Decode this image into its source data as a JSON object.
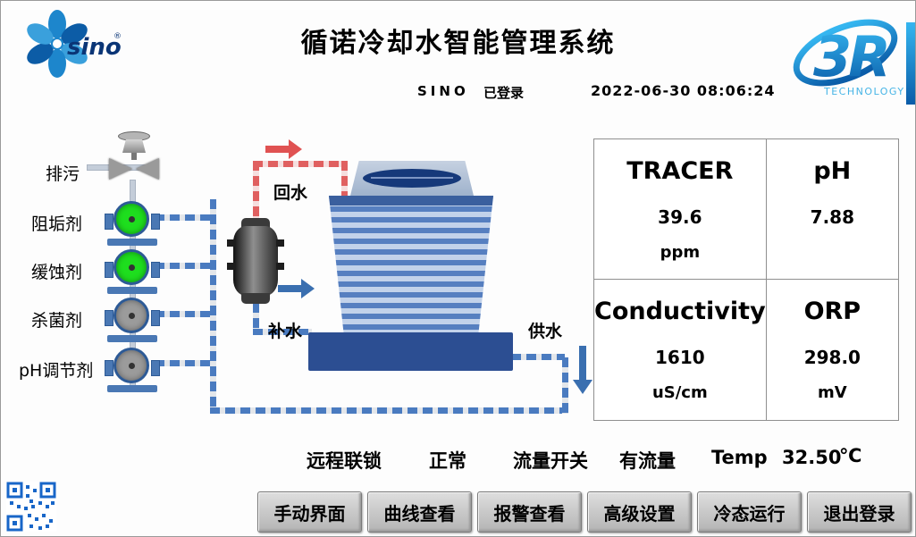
{
  "header": {
    "title": "循诺冷却水智能管理系统",
    "user": "SINO",
    "login_status": "已登录",
    "datetime": "2022-06-30 08:06:24",
    "logo_sino": {
      "text": "sino",
      "registered": "®"
    },
    "logo_3r": {
      "text": "3R",
      "subtext": "TECHNOLOGY"
    }
  },
  "diagram": {
    "left_labels": [
      {
        "label": "排污"
      },
      {
        "label": "阻垢剂"
      },
      {
        "label": "缓蚀剂"
      },
      {
        "label": "杀菌剂"
      },
      {
        "label": "pH调节剂"
      }
    ],
    "pumps": [
      {
        "name": "scale-inhibitor-pump",
        "color": "#1ede1e"
      },
      {
        "name": "corrosion-inhibitor-pump",
        "color": "#1ede1e"
      },
      {
        "name": "biocide-pump",
        "color": "#9b9b9b"
      },
      {
        "name": "ph-regulator-pump",
        "color": "#9b9b9b"
      }
    ],
    "flow_labels": {
      "return": "回水",
      "makeup": "补水",
      "supply": "供水"
    },
    "pipe_colors": {
      "chemical": "#4a7bc0",
      "return": "#e06060",
      "feed": "#c4cdd9"
    }
  },
  "readings": [
    {
      "name": "TRACER",
      "value": "39.6",
      "unit": "ppm"
    },
    {
      "name": "pH",
      "value": "7.88",
      "unit": ""
    },
    {
      "name": "Conductivity",
      "value": "1610",
      "unit": "uS/cm"
    },
    {
      "name": "ORP",
      "value": "298.0",
      "unit": "mV"
    }
  ],
  "status": {
    "interlock_label": "远程联锁",
    "interlock_value": "正常",
    "flow_label": "流量开关",
    "flow_value": "有流量",
    "temp_label": "Temp",
    "temp_value": "32.50",
    "temp_unit": "℃"
  },
  "buttons": [
    "手动界面",
    "曲线查看",
    "报警查看",
    "高级设置",
    "冷态运行",
    "退出登录"
  ]
}
